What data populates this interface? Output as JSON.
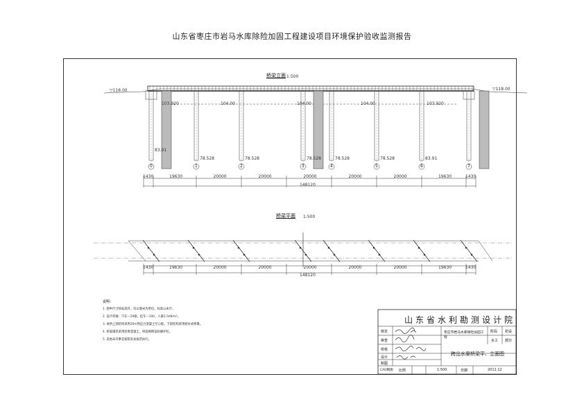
{
  "report_title": "山东省枣庄市岩马水库除险加固工程建设项目环境保护验收监测报告",
  "elevation": {
    "title": "桥梁立面",
    "scale": "1:500",
    "left_level": "▽118.00",
    "right_level": "▽118.00",
    "bottom_levels": [
      "83.91",
      "78.528",
      "78.528",
      "78.528",
      "78.528",
      "78.528",
      "83.91"
    ],
    "top_level_labels": [
      "103.920",
      "104.00",
      "104.00",
      "104.00",
      "103.920"
    ],
    "axis_labels": [
      "0",
      "1",
      "2",
      "3",
      "4",
      "5",
      "6",
      "7"
    ],
    "span_dims": [
      "1430",
      "19630",
      "20000",
      "20000",
      "20000",
      "20000",
      "20000",
      "19630",
      "1430"
    ],
    "total_dim": "148120"
  },
  "plan": {
    "title": "桥梁平面",
    "scale": "1:500",
    "span_dims": [
      "1430",
      "19630",
      "20000",
      "20000",
      "20000",
      "20000",
      "20000",
      "19630",
      "1430"
    ],
    "total_dim": "148120"
  },
  "notes": {
    "heading": "说明：",
    "lines": [
      "1. 图中尺寸除标高外，均以厘米为单位，标高以米计。",
      "2. 设计荷载：汽车—20级，挂车—100，人群3.5kN/m²。",
      "3. 本桥上部结构采用20m预应力混凝土空心板，下部结构采用桩柱式桥墩。",
      "4. 桥面铺装采用沥青混凝土，桥面两侧设防撞护栏。",
      "5. 其他未尽事宜按照有关规范执行。"
    ]
  },
  "title_block": {
    "institute": "山东省水利勘测设计院",
    "roles": [
      "核定",
      "审查",
      "校核",
      "设计",
      "制图",
      "CAD制图"
    ],
    "project": "枣庄市岩马水库除险加固工程",
    "stage": "初设",
    "stage_label": "阶段",
    "dept": "水工",
    "dept_label": "部分",
    "drawing_title": "跨出水渠桥梁平、立面图",
    "scale_label": "比例",
    "scale_value": "1:500",
    "date_label": "日期",
    "date_value": "2012.12"
  }
}
